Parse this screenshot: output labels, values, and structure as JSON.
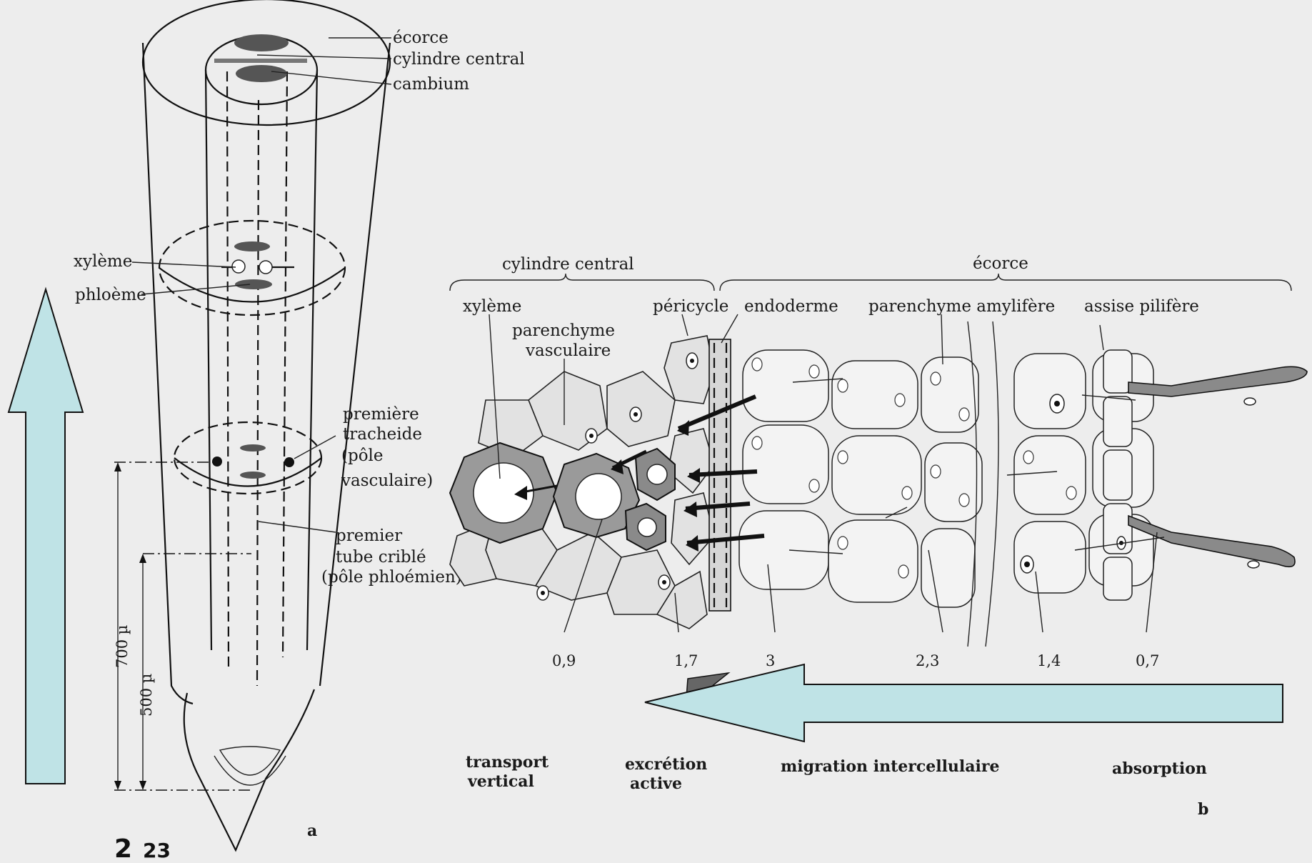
{
  "figure": {
    "plate_number": "2",
    "page_number": "23",
    "panel_a": "a",
    "panel_b": "b"
  },
  "panel_a_labels": {
    "ecorce": "écorce",
    "cylindre_central": "cylindre central",
    "cambium": "cambium",
    "xyleme": "xylème",
    "phloeme": "phloème",
    "premiere_tracheide": [
      "première",
      "tracheide",
      "(pôle",
      "vasculaire)"
    ],
    "premier_tube_crible": [
      "premier",
      "tube criblé",
      "(pôle phloémien)"
    ],
    "dim_700": "700 µ",
    "dim_500": "500 µ"
  },
  "panel_b_labels": {
    "cylindre_central": "cylindre central",
    "ecorce": "écorce",
    "xyleme": "xylème",
    "parenchyme_vasculaire": [
      "parenchyme",
      "vasculaire"
    ],
    "pericycle": "péricycle",
    "endoderme": "endoderme",
    "parenchyme_amylifere": "parenchyme amylifère",
    "assise_pilifere": "assise pilifère",
    "values": [
      "0,9",
      "1,7",
      "3",
      "2,3",
      "1,4",
      "0,7"
    ]
  },
  "process_labels": {
    "transport_vertical": [
      "transport",
      "vertical"
    ],
    "excretion_active": [
      "excrétion",
      "active"
    ],
    "migration": "migration intercellulaire",
    "absorption": "absorption"
  },
  "colors": {
    "arrow_fill": "#bfe3e6",
    "background": "#ededed"
  }
}
